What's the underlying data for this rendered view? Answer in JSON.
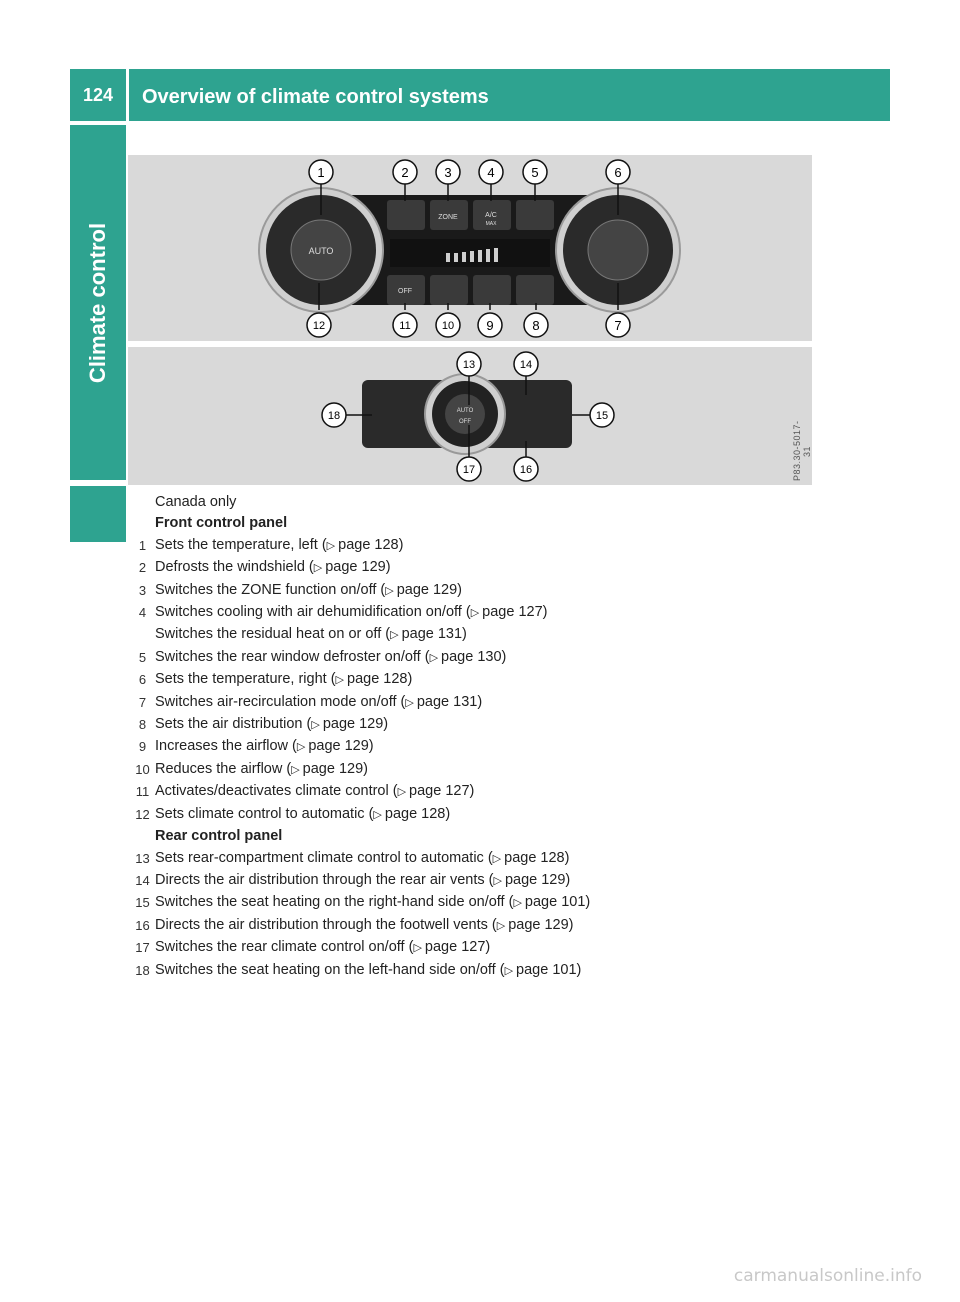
{
  "header": {
    "page_number": "124",
    "title": "Overview of climate control systems"
  },
  "sidebar": {
    "section": "Climate control"
  },
  "figure": {
    "reference": "P83.30-5017-31",
    "top_panel": {
      "callouts": [
        "1",
        "2",
        "3",
        "4",
        "5",
        "6",
        "7",
        "8",
        "9",
        "10",
        "11",
        "12"
      ],
      "labels": {
        "auto": "AUTO",
        "zone": "ZONE",
        "ac": "A/C",
        "ac_sub": "MAX",
        "off": "OFF"
      }
    },
    "bottom_panel": {
      "callouts": [
        "13",
        "14",
        "15",
        "16",
        "17",
        "18"
      ],
      "labels": {
        "rear_auto": "AUTO",
        "rear_off": "OFF"
      }
    }
  },
  "content": {
    "intro": "Canada only",
    "front_heading": "Front control panel",
    "front_items": [
      {
        "num": "1",
        "text": "Sets the temperature, left (",
        "page": "page 128)"
      },
      {
        "num": "2",
        "text": "Defrosts the windshield (",
        "page": "page 129)"
      },
      {
        "num": "3",
        "text": "Switches the ZONE function on/off (",
        "page": "page 129)"
      },
      {
        "num": "4",
        "text": "Switches cooling with air dehumidification on/off (",
        "page": "page 127)"
      },
      {
        "num": "",
        "text": "Switches the residual heat on or off (",
        "page": "page 131)"
      },
      {
        "num": "5",
        "text": "Switches the rear window defroster on/off (",
        "page": "page 130)"
      },
      {
        "num": "6",
        "text": "Sets the temperature, right (",
        "page": "page 128)"
      },
      {
        "num": "7",
        "text": "Switches air-recirculation mode on/off (",
        "page": "page 131)"
      },
      {
        "num": "8",
        "text": "Sets the air distribution (",
        "page": "page 129)"
      },
      {
        "num": "9",
        "text": "Increases the airflow (",
        "page": "page 129)"
      },
      {
        "num": "10",
        "text": "Reduces the airflow (",
        "page": "page 129)"
      },
      {
        "num": "11",
        "text": "Activates/deactivates climate control (",
        "page": "page 127)"
      },
      {
        "num": "12",
        "text": "Sets climate control to automatic (",
        "page": "page 128)"
      }
    ],
    "rear_heading": "Rear control panel",
    "rear_items": [
      {
        "num": "13",
        "text": "Sets rear-compartment climate control to automatic (",
        "page": "page 128)"
      },
      {
        "num": "14",
        "text": "Directs the air distribution through the rear air vents (",
        "page": "page 129)"
      },
      {
        "num": "15",
        "text": "Switches the seat heating on the right-hand side on/off (",
        "page": "page 101)"
      },
      {
        "num": "16",
        "text": "Directs the air distribution through the footwell vents (",
        "page": "page 129)"
      },
      {
        "num": "17",
        "text": "Switches the rear climate control on/off (",
        "page": "page 127)"
      },
      {
        "num": "18",
        "text": "Switches the seat heating on the left-hand side on/off (",
        "page": "page 101)"
      }
    ],
    "arrow_glyph": "▷"
  },
  "footer": {
    "watermark": "carmanualsonline.info"
  }
}
